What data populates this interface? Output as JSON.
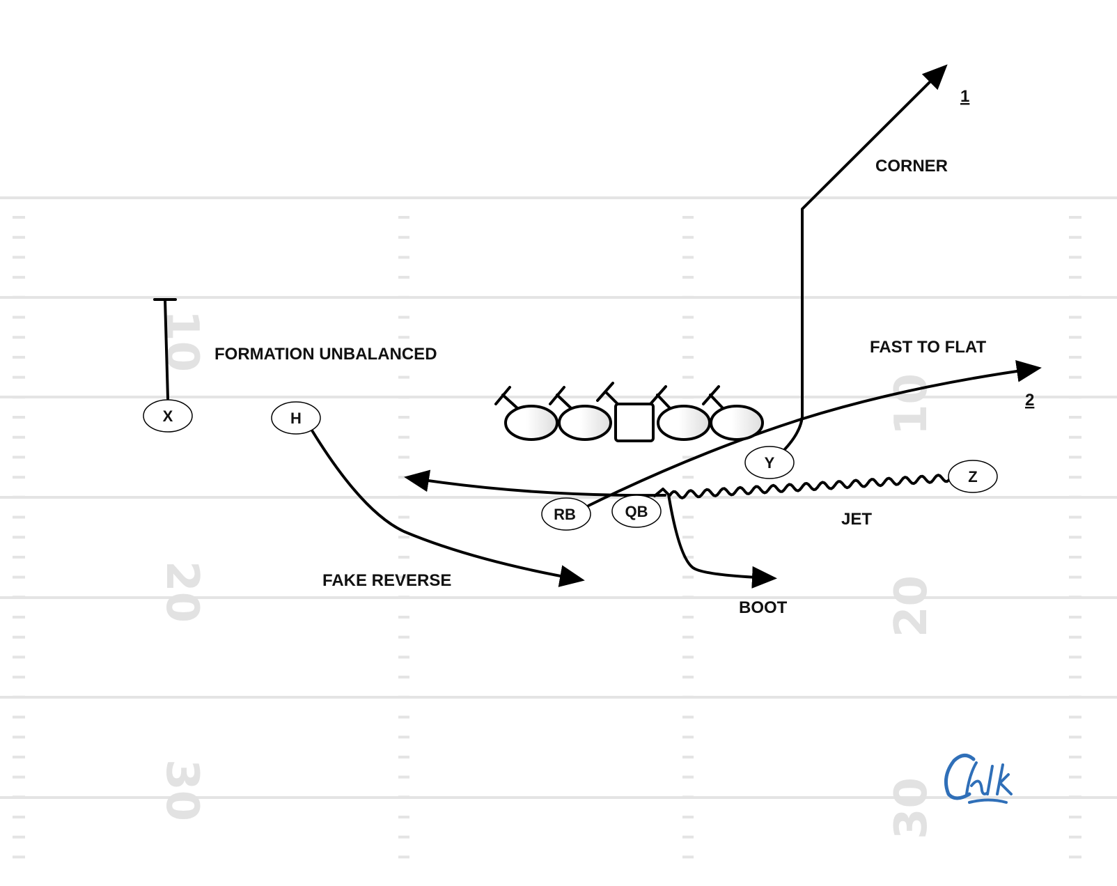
{
  "players": {
    "x": "X",
    "h": "H",
    "y": "Y",
    "z": "Z",
    "rb": "RB",
    "qb": "QB"
  },
  "labels": {
    "formation": "FORMATION UNBALANCED",
    "corner": "CORNER",
    "fast_to_flat": "FAST TO FLAT",
    "jet": "JET",
    "boot": "BOOT",
    "fake_reverse": "FAKE REVERSE",
    "read_1": "1",
    "read_2": "2"
  },
  "yard_numbers": {
    "left": [
      "10",
      "20",
      "30"
    ],
    "right": [
      "10",
      "20",
      "30"
    ]
  },
  "logo": {
    "text": "Chalk",
    "color": "#2f6fb8"
  }
}
